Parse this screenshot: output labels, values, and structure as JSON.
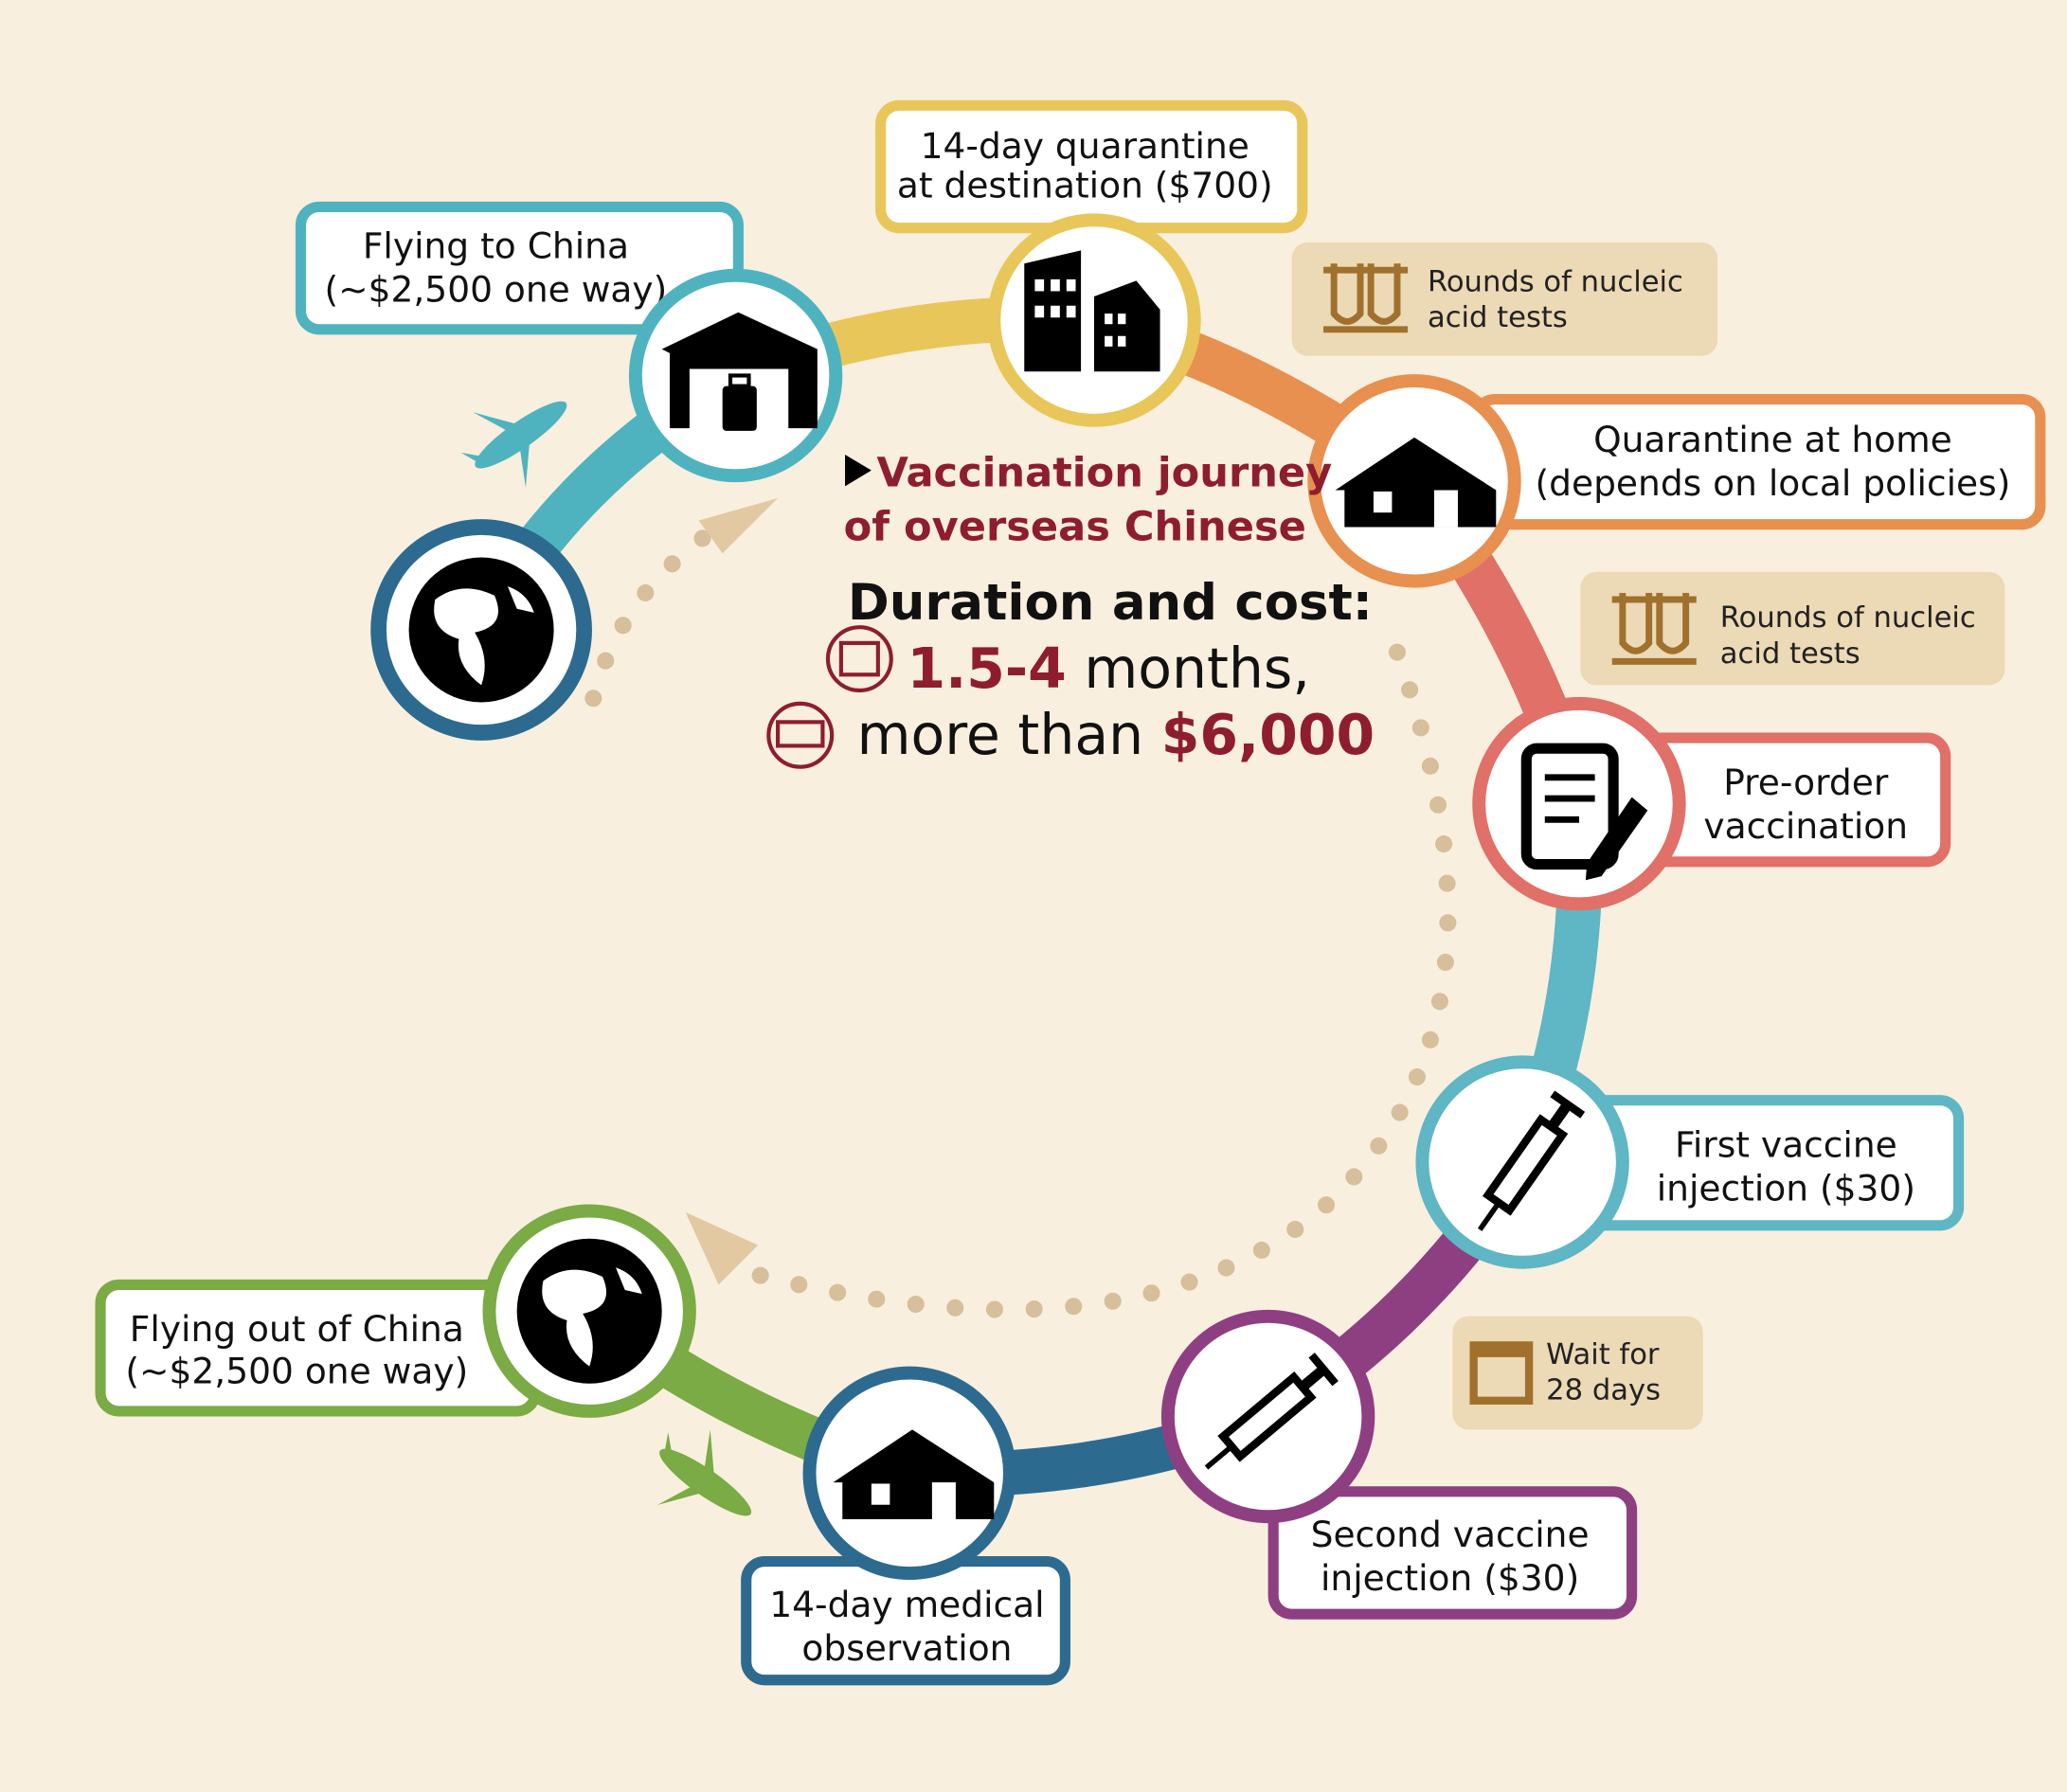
{
  "title": {
    "line1": "Vaccination journey",
    "line2": "of overseas Chinese"
  },
  "summary": {
    "heading": "Duration and cost:",
    "duration_value": "1.5-4",
    "duration_unit": " months,",
    "cost_prefix": "more than ",
    "cost_value": "$6,000"
  },
  "steps": [
    {
      "line1": "Flying to China",
      "line2": "(~$2,500 one way)",
      "color": "#4fb3bf"
    },
    {
      "line1": "14-day quarantine",
      "line2": "at destination ($700)",
      "color": "#e9c65a"
    },
    {
      "line1": "Quarantine at home",
      "line2": "(depends on local policies)",
      "color": "#e8904f"
    },
    {
      "line1": "Pre-order",
      "line2": "vaccination",
      "color": "#e07068"
    },
    {
      "line1": "First vaccine",
      "line2": "injection ($30)",
      "color": "#5fb6c4"
    },
    {
      "line1": "Second vaccine",
      "line2": "injection ($30)",
      "color": "#8e3f82"
    },
    {
      "line1": "14-day medical",
      "line2": "observation",
      "color": "#2d6a8f"
    },
    {
      "line1": "Flying out of China",
      "line2": "(~$2,500 one way)",
      "color": "#7aab45"
    }
  ],
  "notes": [
    {
      "line1": "Rounds of nucleic",
      "line2": "acid tests",
      "icon": "test-tubes-icon"
    },
    {
      "line1": "Rounds of nucleic",
      "line2": "acid tests",
      "icon": "test-tubes-icon"
    },
    {
      "line1": "Wait for",
      "line2": "28 days",
      "icon": "calendar-icon"
    }
  ],
  "colors": {
    "background": "#f9efde",
    "note_bg": "#ecd9b5",
    "accent": "#8e1d30",
    "start_ring": "#2d6a8f"
  }
}
